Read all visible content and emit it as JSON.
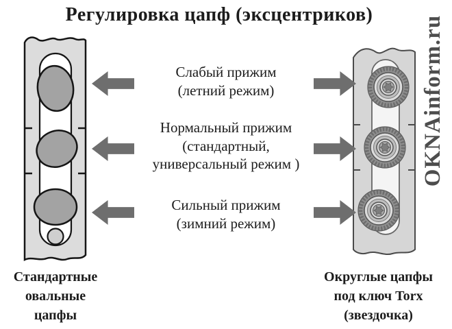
{
  "title": "Регулировка цапф (эксцентриков)",
  "watermark": "OKNAinform.ru",
  "rows": [
    {
      "label": "Слабый прижим\n(летний режим)"
    },
    {
      "label": "Нормальный прижим\n(стандартный,\nуниверсальный режим )"
    },
    {
      "label": "Сильный прижим\n(зимний режим)"
    }
  ],
  "left_figure": {
    "caption": "Стандартные\nовальные\nцапфы",
    "icon": "oval-cam-strip"
  },
  "right_figure": {
    "caption": "Округлые цапфы\nпод ключ Torx\n(звездочка)",
    "icon": "torx-pin-strip"
  },
  "colors": {
    "text": "#1c1c1c",
    "arrow": "#6e6e6e",
    "outline": "#151515",
    "strip_fill": "#dcdcdc",
    "channel_fill": "#ffffff",
    "cam_fill": "#a3a3a3",
    "right_strip_fill": "#d6d6d6",
    "right_channel_fill": "#f4f4f4",
    "pin_outer_fill": "#8f8f8f",
    "watermark_color": "#4d4d4d"
  }
}
